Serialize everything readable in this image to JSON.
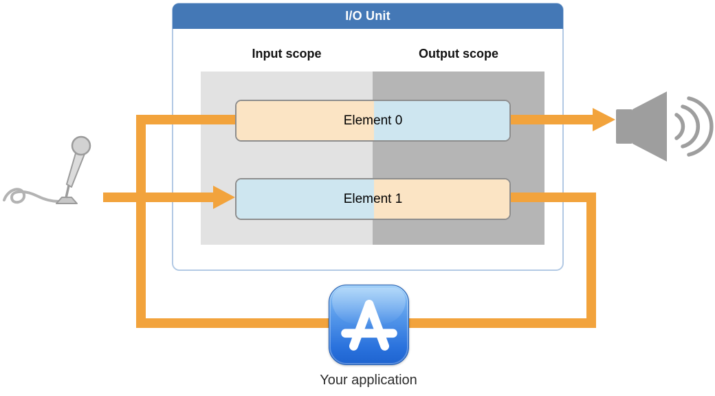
{
  "diagram": {
    "io_unit": {
      "title": "I/O Unit",
      "input_scope_label": "Input scope",
      "output_scope_label": "Output scope",
      "elements": [
        {
          "label": "Element 0",
          "input_scope_color": "#FBE4C4",
          "output_scope_color": "#CEE6F0"
        },
        {
          "label": "Element 1",
          "input_scope_color": "#CEE6F0",
          "output_scope_color": "#FBE4C4"
        }
      ]
    },
    "application": {
      "label": "Your application",
      "icon": "app-store-icon"
    },
    "peripherals": [
      {
        "name": "microphone",
        "icon": "microphone-icon",
        "side": "left"
      },
      {
        "name": "speaker",
        "icon": "speaker-icon",
        "side": "right"
      }
    ],
    "connections": [
      {
        "from": "microphone",
        "to": "element-1-input-scope",
        "style": "arrowhead"
      },
      {
        "from": "element-0-output-scope",
        "to": "speaker",
        "style": "arrowhead"
      },
      {
        "from": "element-1-output-scope",
        "to": "your-application",
        "style": "line"
      },
      {
        "from": "your-application",
        "to": "element-0-input-scope",
        "style": "line"
      }
    ],
    "colors": {
      "arrow": "#F2A33C",
      "header_blue": "#4478B6",
      "box_border": "#B2C9E4",
      "input_panel_gray": "#E2E2E2",
      "output_panel_gray": "#B5B5B5",
      "element_border_gray": "#8D8D8D",
      "icon_gray": "#9E9E9E",
      "app_icon_blue": "#2A72DD"
    }
  }
}
